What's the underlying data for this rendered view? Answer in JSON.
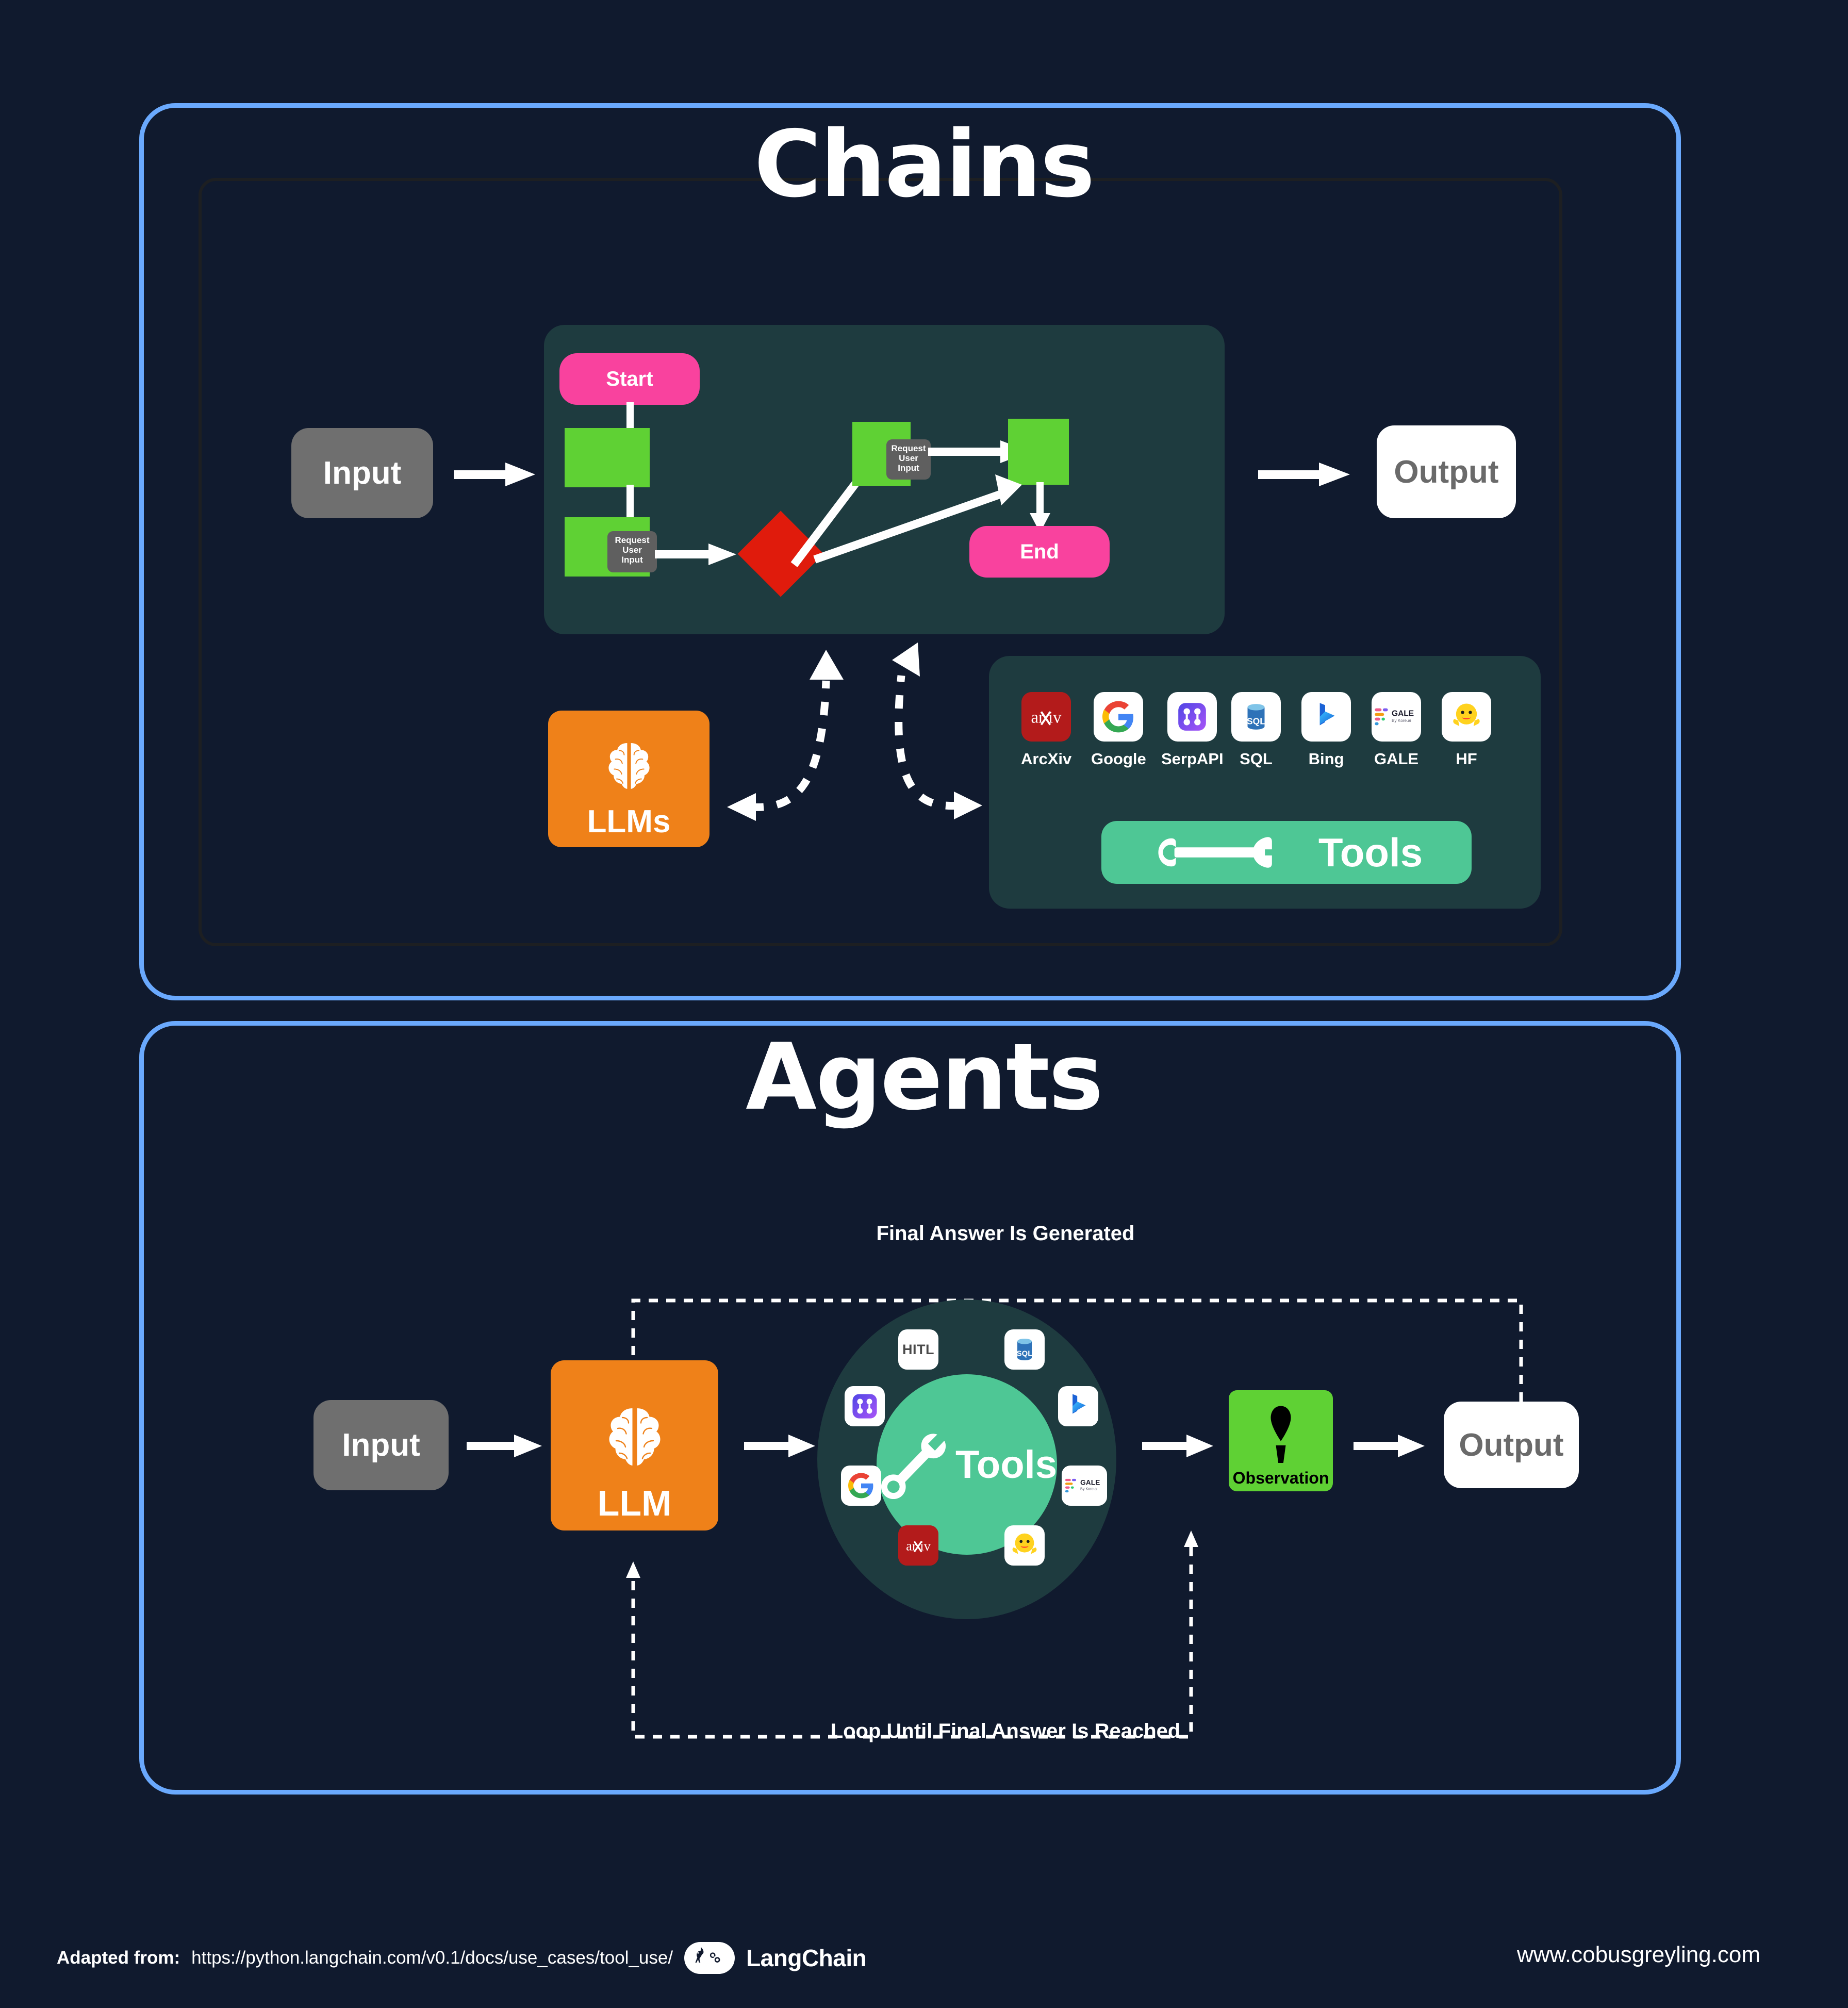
{
  "sections": {
    "chains": {
      "title": "Chains",
      "input_label": "Input",
      "output_label": "Output",
      "llm_label": "LLMs",
      "flowchart": {
        "start_label": "Start",
        "end_label": "End",
        "tag_label": "Request\nUser\nInput",
        "tag_line1": "Request",
        "tag_line2": "User",
        "tag_line3": "Input"
      },
      "tools": {
        "pill_label": "Tools",
        "items": [
          {
            "name": "arxiv-icon",
            "label": "ArcXiv"
          },
          {
            "name": "google-icon",
            "label": "Google"
          },
          {
            "name": "serpapi-icon",
            "label": "SerpAPI"
          },
          {
            "name": "sql-icon",
            "label": "SQL"
          },
          {
            "name": "bing-icon",
            "label": "Bing"
          },
          {
            "name": "gale-icon",
            "label": "GALE"
          },
          {
            "name": "huggingface-icon",
            "label": "HF"
          }
        ]
      }
    },
    "agents": {
      "title": "Agents",
      "input_label": "Input",
      "llm_label": "LLM",
      "output_label": "Output",
      "observation_label": "Observation",
      "tools_core_label": "Tools",
      "top_loop_label": "Final Answer Is Generated",
      "bottom_loop_label": "Loop Until Final Answer Is Reached",
      "orbit_items": [
        {
          "name": "hitl-icon",
          "label": "HITL"
        },
        {
          "name": "sql-icon",
          "label": "SQL"
        },
        {
          "name": "bing-icon",
          "label": "Bing"
        },
        {
          "name": "gale-icon",
          "label": "GALE"
        },
        {
          "name": "huggingface-icon",
          "label": "HF"
        },
        {
          "name": "arxiv-icon",
          "label": "arXiv"
        },
        {
          "name": "google-icon",
          "label": "Google"
        },
        {
          "name": "serpapi-icon",
          "label": "SerpAPI"
        }
      ]
    }
  },
  "footer": {
    "adapted_prefix": "Adapted from:",
    "source_url": "https://python.langchain.com/v0.1/docs/use_cases/tool_use/",
    "brand_name": "LangChain",
    "site_url": "www.cobusgreyling.com"
  },
  "colors": {
    "background": "#101a2e",
    "panel_border": "#6aa9fd",
    "teal_panel": "#1e3b3f",
    "green_node": "#5fd134",
    "pink_node": "#f9429e",
    "red_node": "#e01b0c",
    "orange_llm": "#ef8119",
    "tools_green": "#4ec795",
    "gray_input": "#6f6f6f",
    "white": "#ffffff"
  }
}
